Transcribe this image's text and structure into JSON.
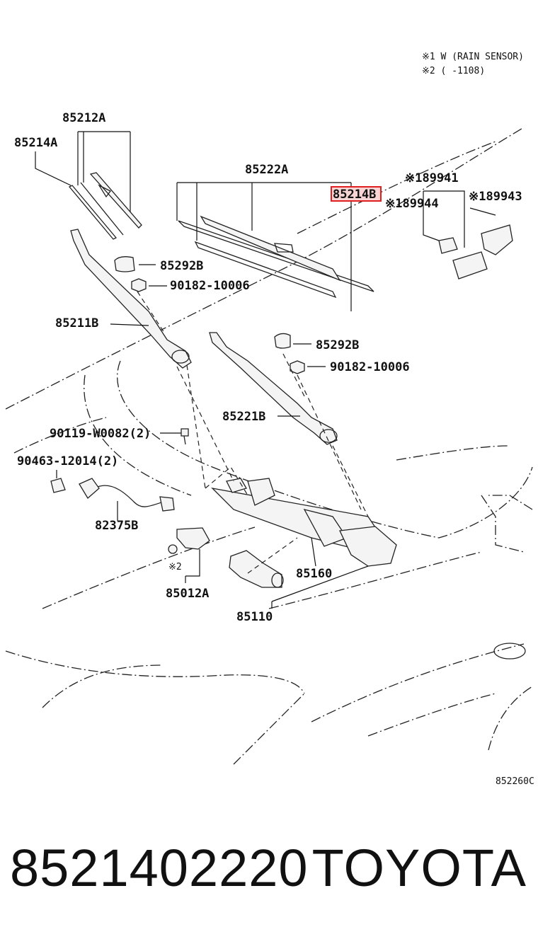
{
  "notes": {
    "line1": "※1 W (RAIN SENSOR)",
    "line2": "※2 (      -1108)"
  },
  "labels": {
    "p85212A": "85212A",
    "p85214A": "85214A",
    "p85222A": "85222A",
    "p85214B": "85214B",
    "p89941": "※189941",
    "p89944": "※189944",
    "p89943": "※189943",
    "p85292B_1": "85292B",
    "p90182_1": "90182-10006",
    "p85211B": "85211B",
    "p85292B_2": "85292B",
    "p90182_2": "90182-10006",
    "p85221B": "85221B",
    "p90119": "90119-W0082(2)",
    "p90463": "90463-12014(2)",
    "p82375B": "82375B",
    "p_mark2": "※2",
    "p85012A": "85012A",
    "p85160": "85160",
    "p85110": "85110"
  },
  "diagram_code": "852260C",
  "highlight_color": "#e02020",
  "footer": {
    "part_number": "8521402220",
    "brand": "TOYOTA"
  }
}
